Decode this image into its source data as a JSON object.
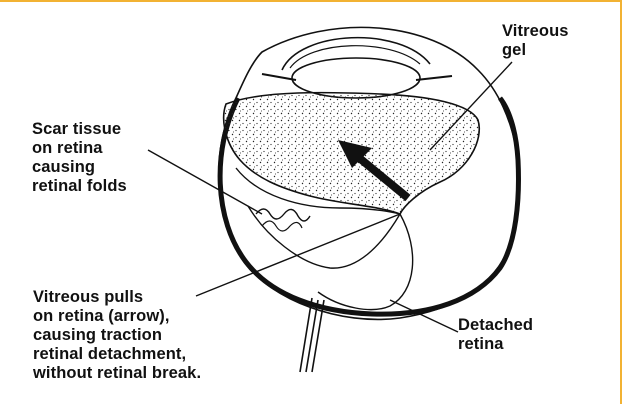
{
  "figure": {
    "labels": {
      "vitreous_gel": "Vitreous\ngel",
      "scar_tissue": "Scar tissue\non retina\ncausing\nretinal folds",
      "vitreous_pulls": "Vitreous pulls\non retina (arrow),\ncausing traction\nretinal detachment,\nwithout retinal break.",
      "detached_retina": "Detached\nretina"
    },
    "colors": {
      "frame": "#f2b233",
      "ink": "#111111",
      "background": "#ffffff"
    }
  }
}
